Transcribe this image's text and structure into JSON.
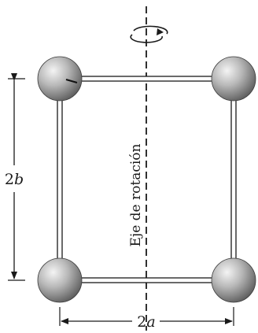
{
  "labels": {
    "axis": "Eje de rotación",
    "height": "2b",
    "height_coef": "2",
    "height_var": "b",
    "width": "2a",
    "width_coef": "2",
    "width_var": "a"
  },
  "colors": {
    "line": "#1a1a1a",
    "rod_fill": "#ffffff",
    "sphere_light": "#f2f2f2",
    "sphere_mid": "#b0b0b0",
    "sphere_dark": "#5a5a5a"
  },
  "icons": {
    "rotation_arrow": "circular-rotation-arrow-icon"
  }
}
